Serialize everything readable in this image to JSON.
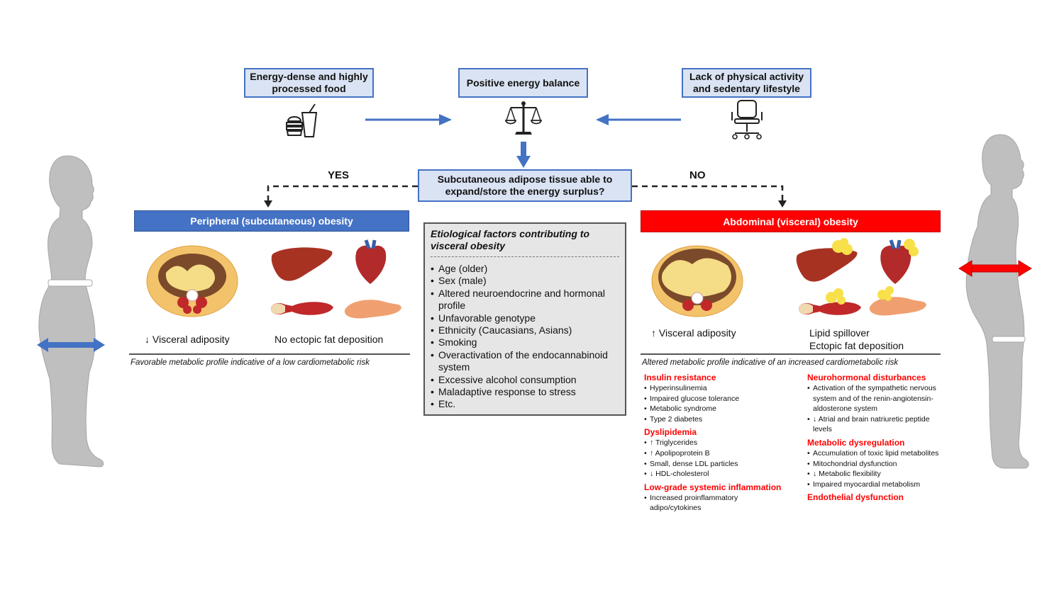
{
  "top": {
    "food": "Energy-dense and highly processed food",
    "balance": "Positive energy balance",
    "activity": "Lack of physical activity and sedentary lifestyle"
  },
  "question": "Subcutaneous adipose tissue able to expand/store the energy surplus?",
  "yes": "YES",
  "no": "NO",
  "left": {
    "title": "Peripheral (subcutaneous) obesity",
    "visceral": "↓ Visceral adiposity",
    "ectopic": "No ectopic fat deposition",
    "note": "Favorable metabolic profile indicative of a low cardiometabolic risk"
  },
  "center": {
    "title": "Etiological factors contributing to visceral obesity",
    "items": [
      "Age (older)",
      "Sex (male)",
      "Altered neuroendocrine and hormonal profile",
      "Unfavorable genotype",
      "Ethnicity (Caucasians, Asians)",
      "Smoking",
      "Overactivation of the endocannabinoid system",
      "Excessive alcohol consumption",
      "Maladaptive response to stress",
      "Etc."
    ]
  },
  "right": {
    "title": "Abdominal (visceral) obesity",
    "visceral": "↑ Visceral adiposity",
    "spill1": "Lipid spillover",
    "spill2": "Ectopic fat deposition",
    "note": "Altered metabolic profile indicative of an increased cardiometabolic risk",
    "sections_left": [
      {
        "heading": "Insulin resistance",
        "items": [
          "Hyperinsulinemia",
          "Impaired glucose tolerance",
          "Metabolic syndrome",
          "Type 2 diabetes"
        ]
      },
      {
        "heading": "Dyslipidemia",
        "items": [
          "↑ Triglycerides",
          "↑ Apolipoprotein B",
          "Small, dense LDL particles",
          "↓ HDL-cholesterol"
        ]
      },
      {
        "heading": "Low-grade systemic inflammation",
        "items": [
          "Increased proinflammatory adipo/cytokines"
        ]
      }
    ],
    "sections_right": [
      {
        "heading": "Neurohormonal disturbances",
        "items": [
          "Activation of the sympathetic nervous system and of the renin-angiotensin-aldosterone system",
          "↓ Atrial and brain natriuretic peptide levels"
        ]
      },
      {
        "heading": "Metabolic dysregulation",
        "items": [
          "Accumulation of toxic lipid metabolites",
          "Mitochondrial dysfunction",
          "↓ Metabolic flexibility",
          "Impaired myocardial metabolism"
        ]
      },
      {
        "heading": "Endothelial dysfunction",
        "items": []
      }
    ]
  },
  "colors": {
    "blue": "#4472c4",
    "red": "#ff0000",
    "lightblue": "#dae3f3",
    "grey": "#e7e6e6",
    "silhouette": "#bfbfbf"
  }
}
